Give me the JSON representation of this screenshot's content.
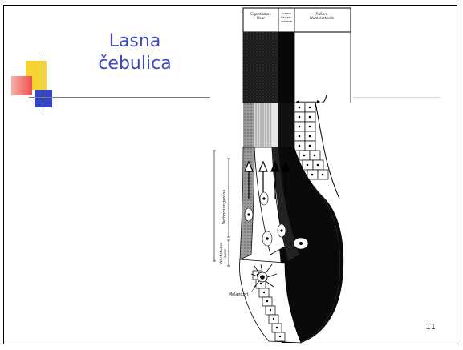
{
  "slide": {
    "title_line1": "Lasna",
    "title_line2": "čebulica",
    "page_number": "11"
  },
  "figure": {
    "col_label_1_line1": "Eigentliches",
    "col_label_1_line2": "Haar",
    "col_label_2_line1": "Innere",
    "col_label_2_line2": "Wurzel-",
    "col_label_2_line3": "scheide",
    "col_label_3_line1": "Äußere",
    "col_label_3_line2": "Wurzelscheide",
    "zone_verhornung": "Verhornungszone",
    "zone_wachstum_line1": "Wachstums-",
    "zone_wachstum_line2": "zone",
    "melanocyt": "Melanozyt"
  },
  "colors": {
    "title": "#3d4ab8",
    "deco_yellow": "#f7d431",
    "deco_blue": "#3346c9",
    "deco_red": "#f0504f"
  }
}
